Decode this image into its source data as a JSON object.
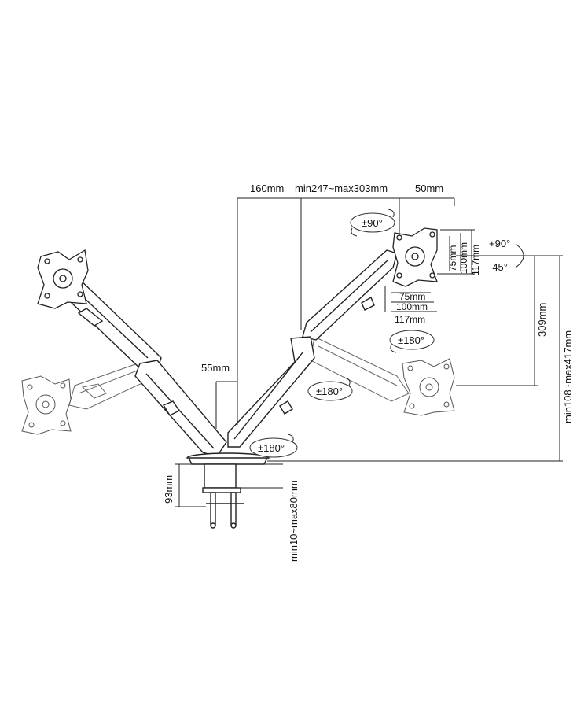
{
  "dimensions": {
    "top_left_offset": "160mm",
    "arm_length_range": "min247~max303mm",
    "top_right_offset": "50mm",
    "pole_offset": "55mm",
    "vesa_75_h": "75mm",
    "vesa_100_h": "100mm",
    "vesa_117_h": "117mm",
    "vesa_75_w": "75mm",
    "vesa_100_w": "100mm",
    "vesa_117_w": "117mm",
    "height_adjust": "309mm",
    "total_height": "min108~max417mm",
    "base_height": "93mm",
    "clamp_range": "min10~max80mm"
  },
  "rotations": {
    "rotate_plate": "±90°",
    "tilt_up": "+90°",
    "tilt_down": "-45°",
    "swivel_upper": "±180°",
    "swivel_mid": "±180°",
    "swivel_base": "±180°"
  }
}
